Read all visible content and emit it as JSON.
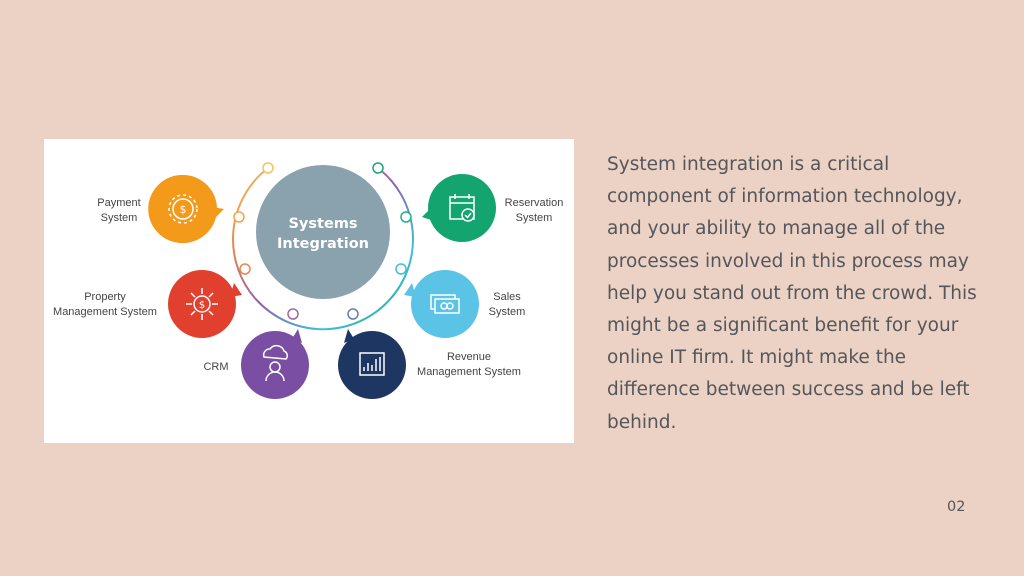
{
  "diagram": {
    "hub": {
      "line1": "Systems",
      "line2": "Integration",
      "color": "#8aa1ae"
    },
    "nodes": [
      {
        "id": "payment",
        "line1": "Payment",
        "line2": "System",
        "color": "#f39a1b",
        "icon": "gear-dollar-icon"
      },
      {
        "id": "property",
        "line1": "Property",
        "line2": "Management System",
        "color": "#e2402f",
        "icon": "dollar-network-icon"
      },
      {
        "id": "crm",
        "line1": "CRM",
        "line2": "",
        "color": "#7a4fa3",
        "icon": "user-cloud-icon"
      },
      {
        "id": "revenue",
        "line1": "Revenue",
        "line2": "Management System",
        "color": "#1e3662",
        "icon": "bar-chart-icon"
      },
      {
        "id": "sales",
        "line1": "Sales",
        "line2": "System",
        "color": "#5bc4e6",
        "icon": "money-card-icon"
      },
      {
        "id": "reservation",
        "line1": "Reservation",
        "line2": "System",
        "color": "#13a470",
        "icon": "calendar-check-icon"
      }
    ]
  },
  "body_text": "System integration is a critical component of information technology, and your ability to manage all of the processes involved in this process may help you stand out from the crowd. This might be a significant benefit for your online IT firm. It might make the difference between success and be left behind.",
  "page_number": "02"
}
